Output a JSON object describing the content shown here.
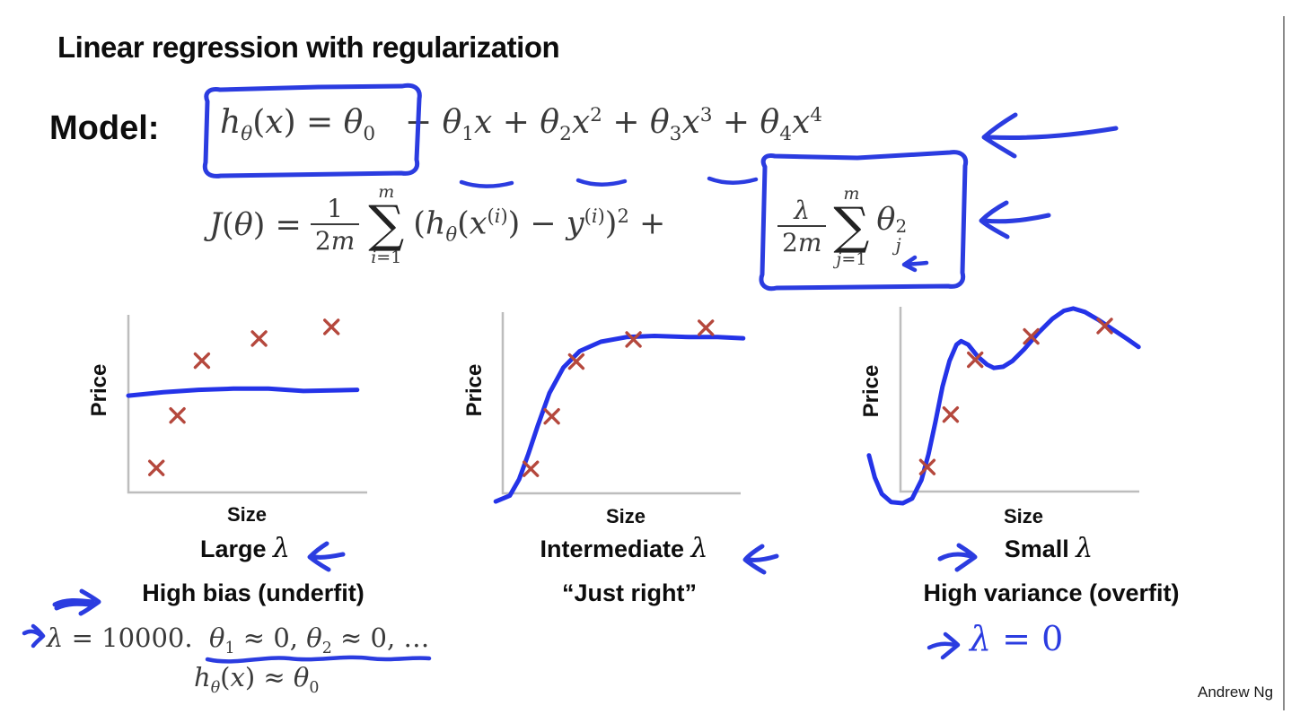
{
  "title": "Linear regression with regularization",
  "author": "Andrew Ng",
  "colors": {
    "annotation_blue": "#2b3ce0",
    "curve_blue": "#2433e8",
    "marker_red": "#b5483d",
    "axis_gray": "#bdbdbd",
    "math_ink": "#3a3a3a"
  },
  "model": {
    "label": "Model:",
    "boxed_html": "<i>h</i><sub><i>θ</i></sub>(<i>x</i>) = <i>θ</i><sub>0</sub>",
    "rest_html": "+ <i>θ</i><sub>1</sub><i>x</i> + <i>θ</i><sub>2</sub><i>x</i><sup>2</sup> + <i>θ</i><sub>3</sub><i>x</i><sup>3</sup> + <i>θ</i><sub>4</sub><i>x</i><sup>4</sup>"
  },
  "cost": {
    "sum_symbol": "∑",
    "lhs_html": "<i>J</i>(<i>θ</i>) =",
    "frac1_num_html": "1",
    "frac1_den_html": "2<i>m</i>",
    "sum1_top_html": "<i>m</i>",
    "sum1_bot_html": "<i>i</i>=1",
    "body_html": "(<i>h</i><sub><i>θ</i></sub>(<i>x</i><sup>(<i>i</i>)</sup>) − <i>y</i><sup>(<i>i</i>)</sup>)<sup>2</sup> +",
    "frac2_num_html": "<i>λ</i>",
    "frac2_den_html": "2<i>m</i>",
    "sum2_top_html": "<i>m</i>",
    "sum2_bot_html": "<i>j</i>=1",
    "tail_html": "<i>θ</i><span class=\"ss\"><span>2</span><span><i>j</i></span></span>"
  },
  "notes": {
    "lambda_large_html": "<i>λ</i> = 10000.&nbsp; <i>θ</i><sub>1</sub> ≈ 0, <i>θ</i><sub>2</sub> ≈ 0, …",
    "h_approx_html": "<i>h</i><sub><i>θ</i></sub>(<i>x</i>) ≈ <i>θ</i><sub>0</sub>",
    "lambda_zero_html": "<i>λ</i> = 0"
  },
  "chart_data": [
    {
      "type": "scatter",
      "title": "Large λ",
      "title_html": "Large <i>λ</i>",
      "caption": "High bias (underfit)",
      "xlabel": "Size",
      "ylabel": "Price",
      "points": {
        "x": [
          1.2,
          2.1,
          3.15,
          5.6,
          8.7
        ],
        "y": [
          1.05,
          3.3,
          5.65,
          6.6,
          7.1
        ]
      },
      "fit": "nearly flat horizontal line (underfit)",
      "curve": [
        [
          0,
          4.15
        ],
        [
          1.5,
          4.3
        ],
        [
          3,
          4.4
        ],
        [
          4.5,
          4.45
        ],
        [
          6,
          4.45
        ],
        [
          7.5,
          4.35
        ],
        [
          9.8,
          4.4
        ]
      ]
    },
    {
      "type": "scatter",
      "title": "Intermediate λ",
      "title_html": "Intermediate <i>λ</i>",
      "caption": "“Just right”",
      "xlabel": "Size",
      "ylabel": "Price",
      "points": {
        "x": [
          1.2,
          2.1,
          3.15,
          5.6,
          8.7
        ],
        "y": [
          1.05,
          3.3,
          5.65,
          6.6,
          7.1
        ]
      },
      "fit": "smooth saturating curve (good fit)",
      "curve": [
        [
          -0.3,
          -0.35
        ],
        [
          0.3,
          -0.1
        ],
        [
          0.7,
          0.6
        ],
        [
          1.1,
          1.7
        ],
        [
          1.5,
          2.9
        ],
        [
          2.0,
          4.3
        ],
        [
          2.6,
          5.4
        ],
        [
          3.3,
          6.1
        ],
        [
          4.2,
          6.5
        ],
        [
          5.3,
          6.7
        ],
        [
          6.5,
          6.75
        ],
        [
          8,
          6.7
        ],
        [
          9.2,
          6.7
        ],
        [
          10.3,
          6.65
        ]
      ]
    },
    {
      "type": "scatter",
      "title": "Small λ",
      "title_html": "Small <i>λ</i>",
      "caption": "High variance (overfit)",
      "xlabel": "Size",
      "ylabel": "Price",
      "points": {
        "x": [
          1.15,
          2.15,
          3.2,
          5.6,
          8.75
        ],
        "y": [
          1.05,
          3.3,
          5.65,
          6.65,
          7.1
        ]
      },
      "fit": "wiggly high-order polynomial (overfit)",
      "curve": [
        [
          -1.35,
          1.55
        ],
        [
          -1.1,
          0.6
        ],
        [
          -0.8,
          -0.1
        ],
        [
          -0.4,
          -0.45
        ],
        [
          0.1,
          -0.5
        ],
        [
          0.5,
          -0.3
        ],
        [
          0.9,
          0.5
        ],
        [
          1.2,
          1.6
        ],
        [
          1.5,
          3.0
        ],
        [
          1.8,
          4.5
        ],
        [
          2.1,
          5.6
        ],
        [
          2.4,
          6.3
        ],
        [
          2.6,
          6.45
        ],
        [
          2.9,
          6.3
        ],
        [
          3.3,
          5.8
        ],
        [
          3.7,
          5.45
        ],
        [
          4.0,
          5.3
        ],
        [
          4.4,
          5.35
        ],
        [
          4.8,
          5.6
        ],
        [
          5.3,
          6.1
        ],
        [
          5.9,
          6.8
        ],
        [
          6.5,
          7.4
        ],
        [
          7.0,
          7.75
        ],
        [
          7.4,
          7.85
        ],
        [
          7.9,
          7.7
        ],
        [
          8.5,
          7.35
        ],
        [
          9.1,
          6.95
        ],
        [
          9.7,
          6.55
        ],
        [
          10.2,
          6.2
        ]
      ]
    }
  ]
}
